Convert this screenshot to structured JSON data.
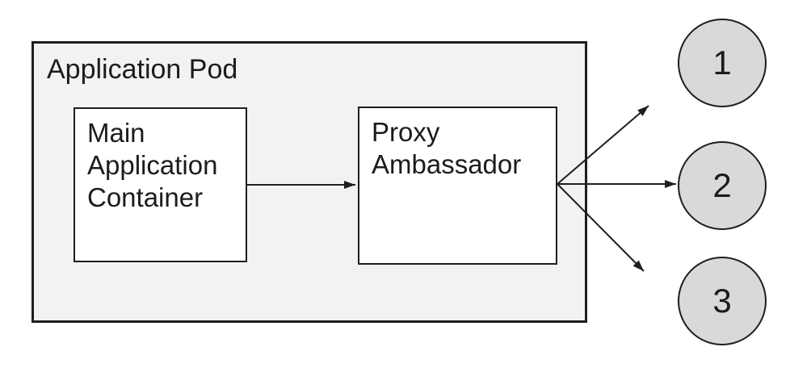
{
  "diagram": {
    "pod": {
      "label": "Application Pod"
    },
    "nodes": {
      "main": {
        "label": "Main Application Container"
      },
      "proxy": {
        "label": "Proxy Ambassador"
      }
    },
    "endpoints": [
      {
        "label": "1"
      },
      {
        "label": "2"
      },
      {
        "label": "3"
      }
    ],
    "colors": {
      "background": "#ffffff",
      "pod_fill": "#f2f2f2",
      "node_fill": "#ffffff",
      "endpoint_fill": "#d9d9d9",
      "stroke": "#1e1e1e"
    }
  }
}
